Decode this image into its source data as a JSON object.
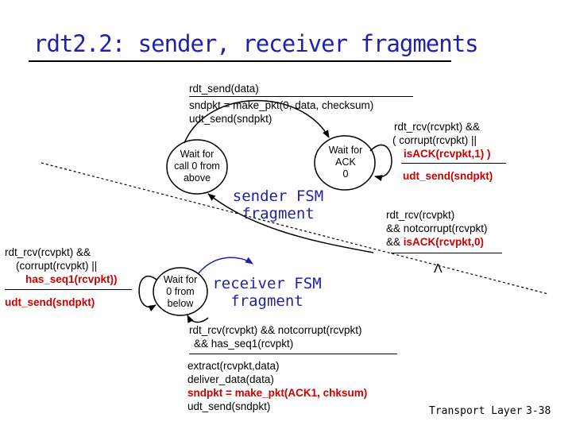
{
  "slide": {
    "title": "rdt2.2: sender, receiver fragments",
    "footer_left": "Transport Layer",
    "footer_right": "3-38"
  },
  "sender": {
    "label_line1": "sender FSM",
    "label_line2": "fragment",
    "state_wait_call": [
      "Wait for",
      "call 0 from",
      "above"
    ],
    "state_wait_ack": [
      "Wait for",
      "ACK",
      "0"
    ],
    "trans_send": {
      "event": "rdt_send(data)",
      "action1": "sndpkt = make_pkt(0, data, checksum)",
      "action2": "udt_send(sndpkt)"
    },
    "trans_resend": {
      "event1": "rdt_rcv(rcvpkt) &&",
      "event2": "( corrupt(rcvpkt) ||",
      "event3": "isACK(rcvpkt,1) )",
      "event3_close": ")",
      "action": "udt_send(sndpkt)"
    },
    "trans_ack": {
      "event1": "rdt_rcv(rcvpkt)",
      "event2": "&& notcorrupt(rcvpkt)",
      "event3_prefix": "&& ",
      "event3_red": "isACK(rcvpkt,0)",
      "action": "Λ"
    }
  },
  "receiver": {
    "label_line1": "receiver FSM",
    "label_line2": "fragment",
    "state_wait_0": [
      "Wait for",
      "0 from",
      "below"
    ],
    "trans_dup": {
      "event1": "rdt_rcv(rcvpkt) &&",
      "event2": "(corrupt(rcvpkt) ||",
      "event3": "has_seq1(rcvpkt))",
      "action": "udt_send(sndpkt)"
    },
    "trans_deliver": {
      "event1": "rdt_rcv(rcvpkt) && notcorrupt(rcvpkt)",
      "event2": "&& has_seq1(rcvpkt)",
      "action1": "extract(rcvpkt,data)",
      "action2": "deliver_data(data)",
      "action3": "sndpkt = make_pkt(ACK1, chksum)",
      "action4": "udt_send(sndpkt)"
    }
  },
  "colors": {
    "title": "#1f1fb0",
    "highlight": "#cc0000",
    "separator": "#000000"
  }
}
